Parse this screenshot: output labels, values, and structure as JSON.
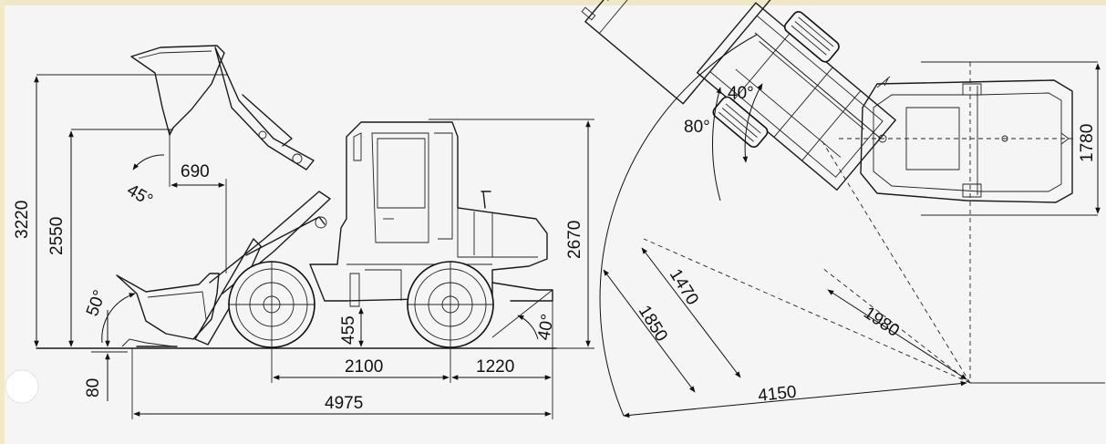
{
  "side_view": {
    "dimensions": {
      "total_height_bucket_raised": "3220",
      "dump_height": "2550",
      "cab_height": "2670",
      "dump_reach": "690",
      "ground_clearance": "455",
      "wheelbase": "2100",
      "rear_overhang": "1220",
      "overall_length": "4975",
      "digging_depth": "80"
    },
    "angles": {
      "dump_angle": "45°",
      "rollback_angle": "50°",
      "departure_angle": "40°"
    }
  },
  "top_view": {
    "dimensions": {
      "width": "1780",
      "bucket_width": "1470",
      "inner_radius": "1850",
      "outer_radius": "1980",
      "turning_circle": "4150"
    },
    "angles": {
      "articulation_angle": "40°",
      "steering_sweep": "80°"
    }
  }
}
